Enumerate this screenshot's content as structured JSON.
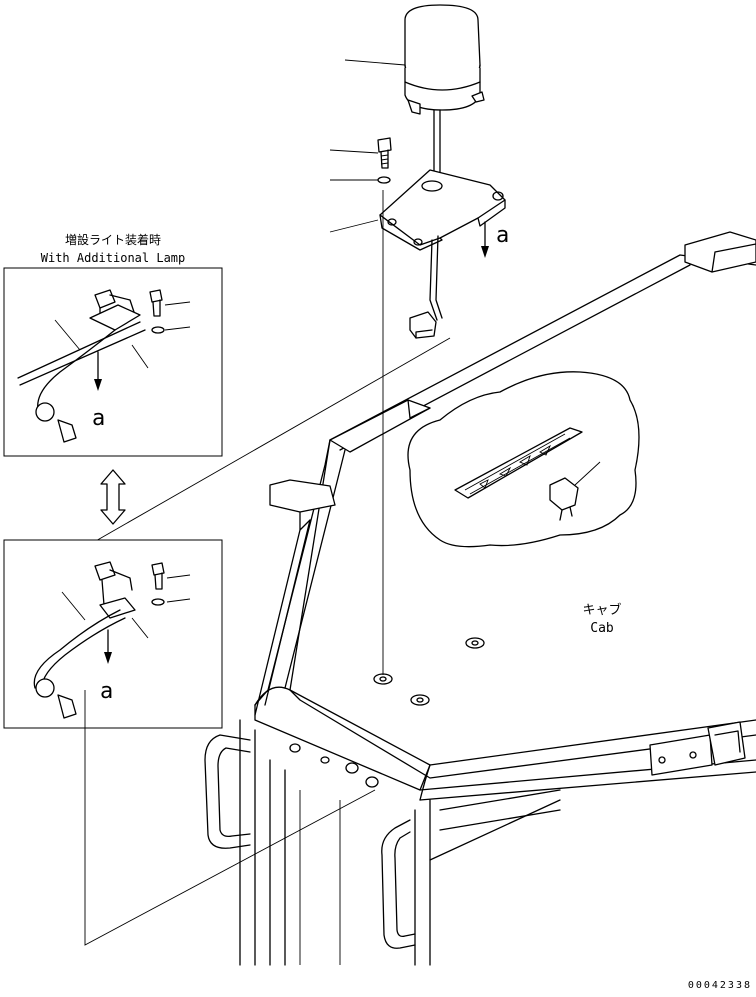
{
  "inset_caption": {
    "japanese": "増設ライト装着時",
    "english": "With Additional Lamp"
  },
  "view_labels": {
    "top": "a",
    "inset_upper": "a",
    "inset_lower": "a"
  },
  "cab_label": {
    "japanese": "キャブ",
    "english": "Cab"
  },
  "drawing_number": "00042338"
}
